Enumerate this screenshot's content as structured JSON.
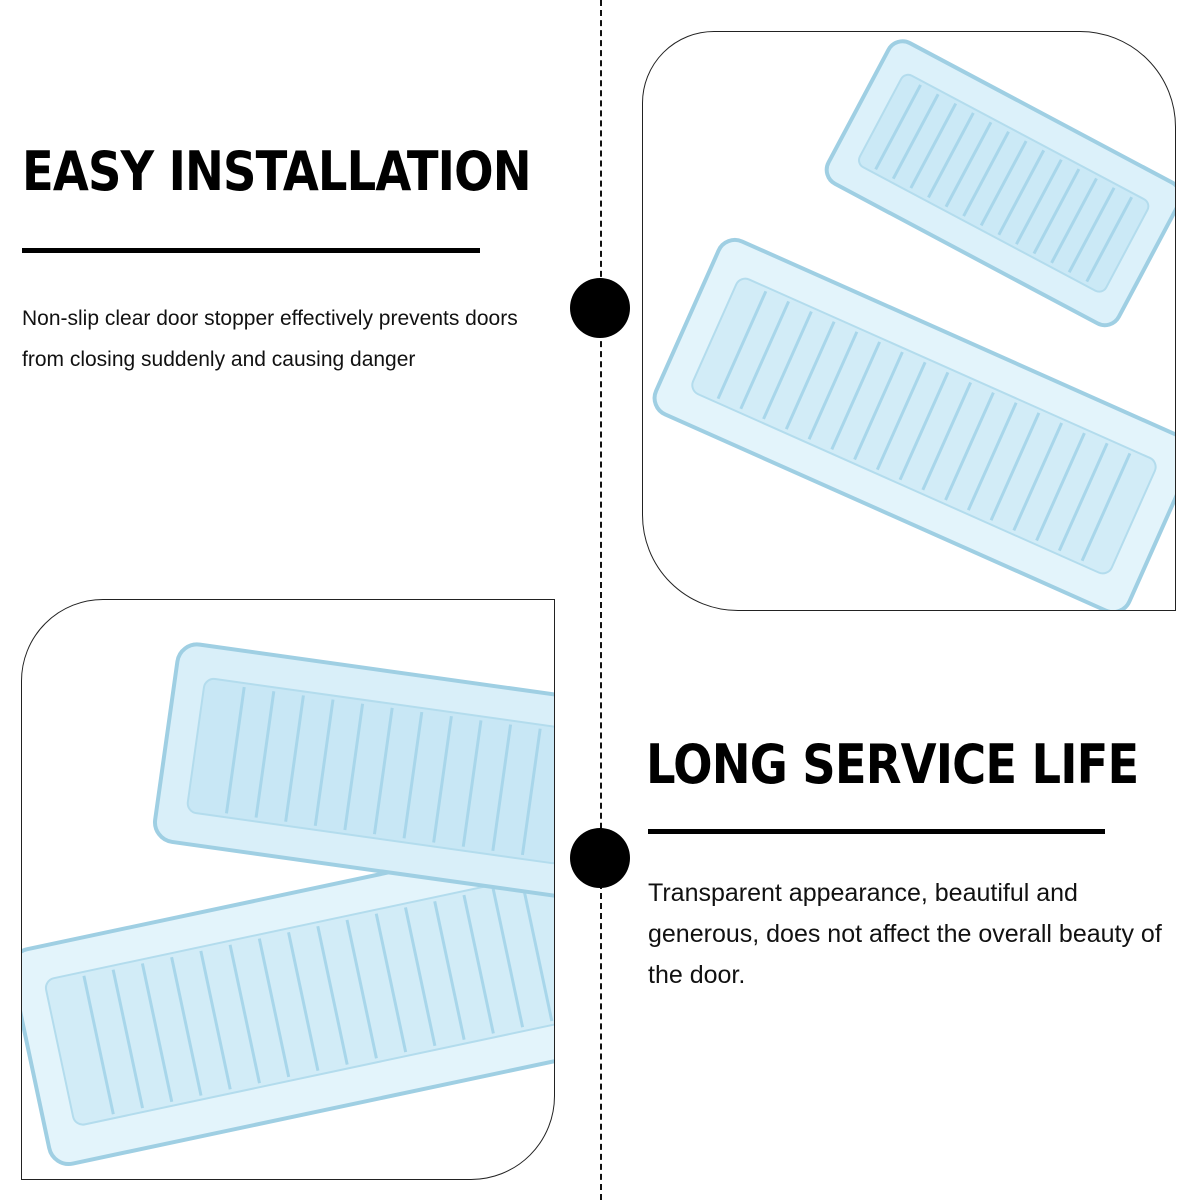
{
  "section1": {
    "title": "EASY INSTALLATION",
    "description": "Non-slip clear door stopper effectively prevents doors from closing suddenly and causing danger"
  },
  "section2": {
    "title": "LONG SERVICE LIFE",
    "description": "Transparent appearance, beautiful and generous, does not affect the overall beauty of the door."
  },
  "colors": {
    "text": "#000000",
    "stopper_fill": "#dcf1fa",
    "stopper_edge": "#9fcfe3"
  }
}
